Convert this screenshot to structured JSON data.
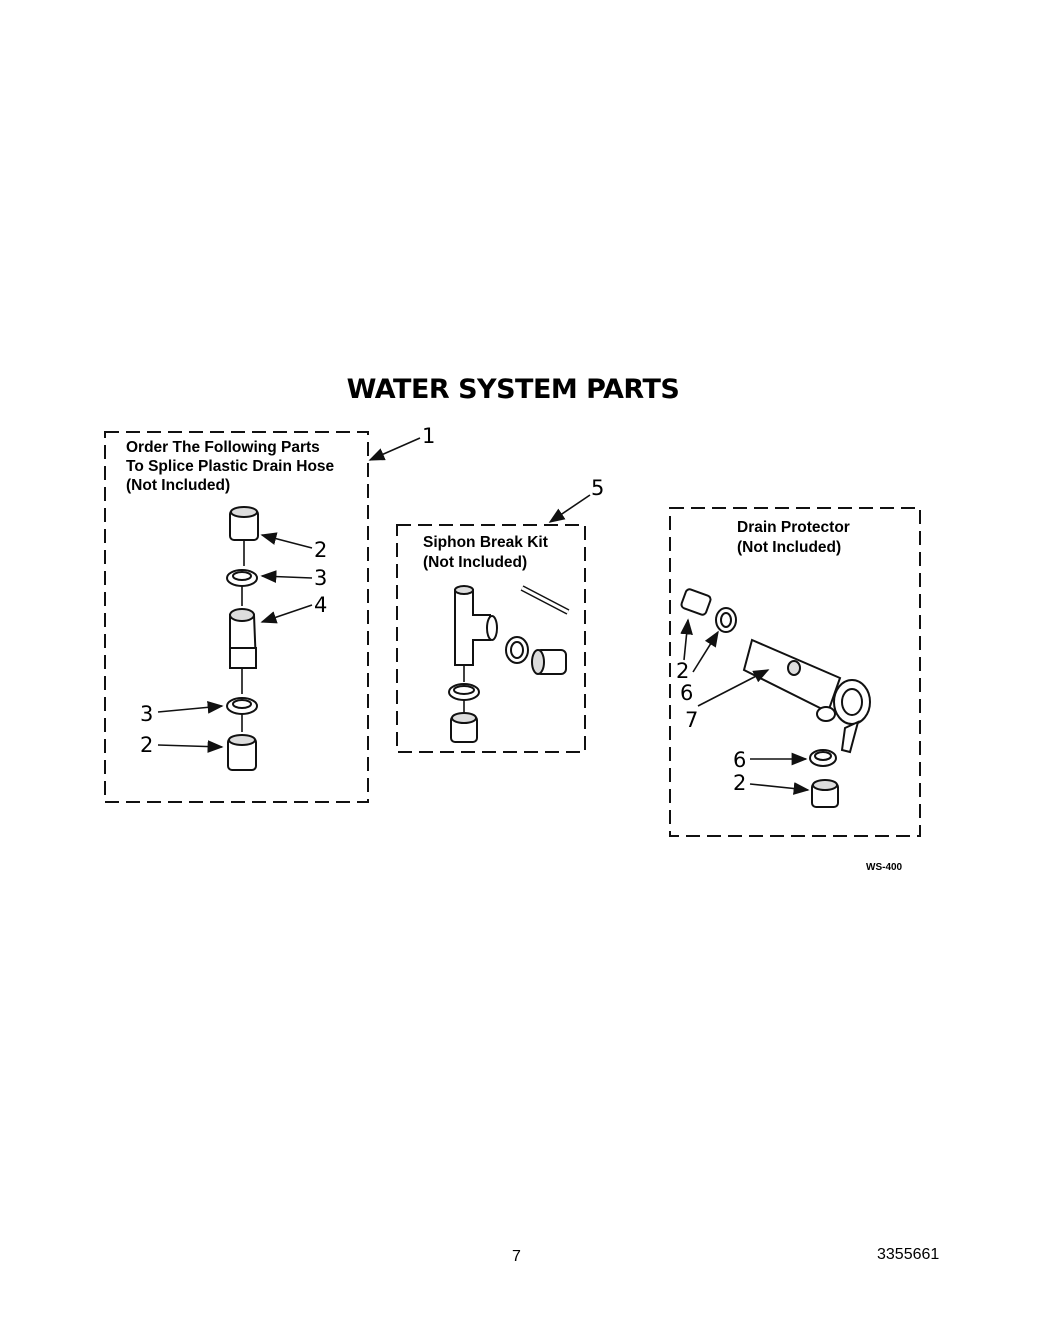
{
  "title": "WATER SYSTEM PARTS",
  "groups": {
    "splice": {
      "label_lines": [
        "Order The Following Parts",
        "To Splice Plastic Drain Hose",
        "(Not Included)"
      ],
      "callout": "1"
    },
    "siphon": {
      "label_lines": [
        "Siphon Break Kit",
        "(Not Included)"
      ],
      "callout": "5"
    },
    "drain": {
      "label_lines": [
        "Drain Protector",
        "(Not Included)"
      ]
    }
  },
  "callouts": {
    "splice_top_2": "2",
    "splice_top_3": "3",
    "splice_4": "4",
    "splice_bottom_3": "3",
    "splice_bottom_2": "2",
    "drain_top_2": "2",
    "drain_top_6": "6",
    "drain_7": "7",
    "drain_bottom_6": "6",
    "drain_bottom_2": "2"
  },
  "diagram_code": "WS-400",
  "page_number": "7",
  "document_number": "3355661"
}
